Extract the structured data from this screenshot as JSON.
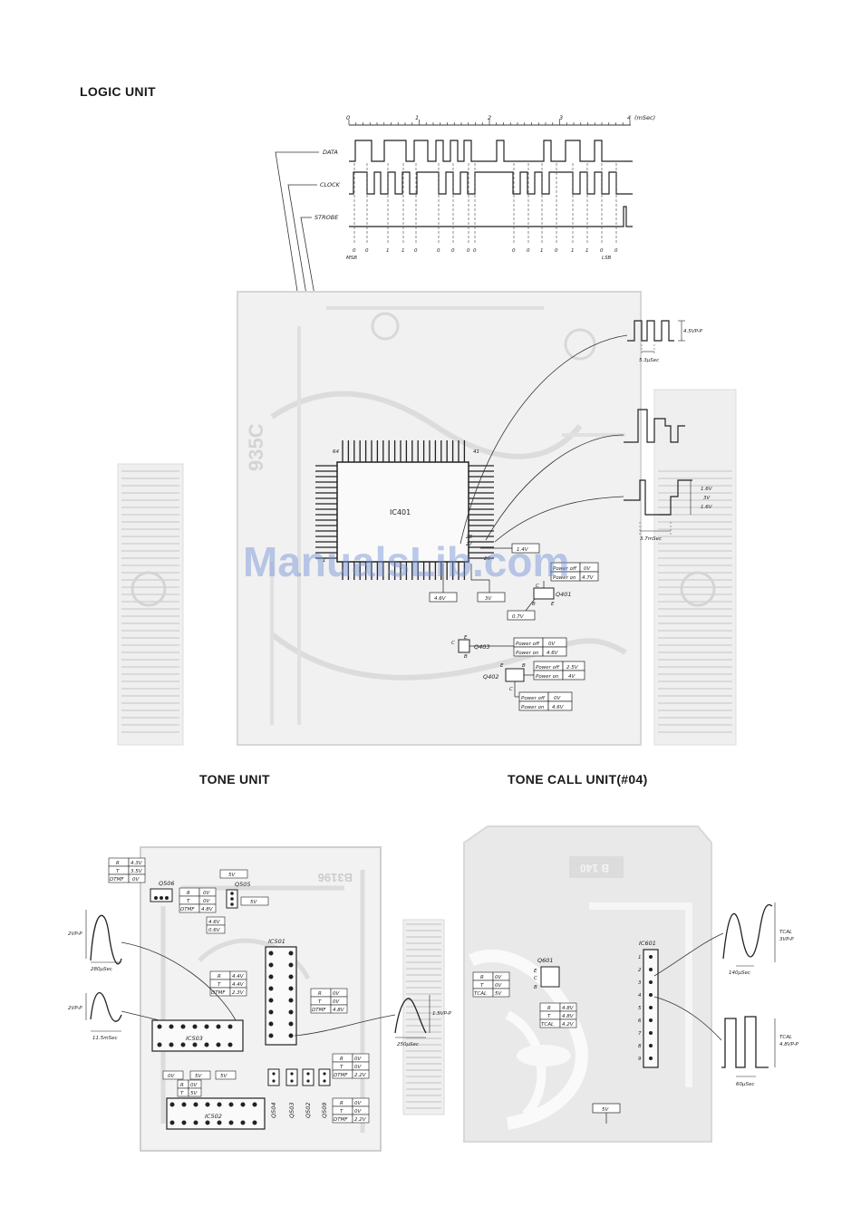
{
  "headings": {
    "logic": "LOGIC UNIT",
    "tone": "TONE UNIT",
    "tone_call": "TONE CALL UNIT(#04)"
  },
  "watermark": "ManualsLib.com",
  "timing": {
    "axis_numbers": [
      "0",
      "1",
      "2",
      "3",
      "4"
    ],
    "axis_unit": "(mSec)",
    "signals": [
      "DATA",
      "CLOCK",
      "STROBE"
    ],
    "bits": [
      "0",
      "0",
      "1",
      "1",
      "0",
      "0",
      "0",
      "0",
      "0",
      "0",
      "0",
      "1",
      "0",
      "1",
      "1",
      "0",
      "0"
    ],
    "msb": "MSB",
    "lsb": "LSB"
  },
  "logic": {
    "ic": "IC401",
    "pins": {
      "p64": "64",
      "p41": "41",
      "p28": "28",
      "p27": "27",
      "p25": "25",
      "p1": "1"
    },
    "board_code": "935C",
    "volts": {
      "v14": "1.4V",
      "v46": "4.6V",
      "v3": "3V",
      "v07": "0.7V"
    },
    "q401": {
      "name": "Q401",
      "rows": [
        {
          "k": "Power off",
          "v": "0V"
        },
        {
          "k": "Power on",
          "v": "4.7V"
        }
      ]
    },
    "q403": {
      "name": "Q403",
      "rows": [
        {
          "k": "Power off",
          "v": "0V"
        },
        {
          "k": "Power on",
          "v": "4.6V"
        }
      ]
    },
    "q402": {
      "name": "Q402",
      "rows_b": [
        {
          "k": "Power off",
          "v": "2.5V"
        },
        {
          "k": "Power on",
          "v": "4V"
        }
      ],
      "rows_c": [
        {
          "k": "Power off",
          "v": "0V"
        },
        {
          "k": "Power on",
          "v": "4.6V"
        }
      ]
    },
    "wave1": {
      "amp": "4.5VP-P",
      "time": "5.3μSec"
    },
    "wave2": {
      "v1": "1.6V",
      "v2": "3V",
      "v3": "1.6V",
      "time": "3.7mSec"
    }
  },
  "tone": {
    "code": "B3196",
    "q506": {
      "name": "Q506",
      "rows": [
        {
          "k": "R",
          "v": "4.3V"
        },
        {
          "k": "T",
          "v": "3.5V"
        },
        {
          "k": "DTMF",
          "v": "0V"
        }
      ]
    },
    "q505": {
      "name": "Q505",
      "top": "5V",
      "rows": [
        {
          "k": "R",
          "v": "0V"
        },
        {
          "k": "T",
          "v": "0V"
        },
        {
          "k": "DTMF",
          "v": "4.8V"
        }
      ],
      "side_r": "4.6V",
      "side_t": "0.6V",
      "side_5v": "5V"
    },
    "ic501": "IC501",
    "ic503": "IC503",
    "ic502": "IC502",
    "tbl_mid": [
      {
        "k": "R",
        "v": "4.4V"
      },
      {
        "k": "T",
        "v": "4.4V"
      },
      {
        "k": "DTMF",
        "v": "2.3V"
      }
    ],
    "tbl_r501": [
      {
        "k": "R",
        "v": "0V"
      },
      {
        "k": "T",
        "v": "0V"
      },
      {
        "k": "DTMF",
        "v": "4.8V"
      }
    ],
    "tbl_q503": [
      {
        "k": "R",
        "v": "0V"
      },
      {
        "k": "T",
        "v": "0V"
      },
      {
        "k": "DTMF",
        "v": "2.2V"
      }
    ],
    "tbl_q509": [
      {
        "k": "R",
        "v": "0V"
      },
      {
        "k": "T",
        "v": "0V"
      },
      {
        "k": "DTMF",
        "v": "2.2V"
      }
    ],
    "tbl_ic502": [
      {
        "k": "R",
        "v": "0V"
      },
      {
        "k": "T",
        "v": "5V"
      }
    ],
    "ic502_top": [
      "0V",
      "5V",
      "5V"
    ],
    "transistors": [
      "Q504",
      "Q503",
      "Q502",
      "Q509"
    ],
    "wave1": {
      "amp": "2VP-P",
      "time": "280μSec"
    },
    "wave2": {
      "amp": "2VP-P",
      "time": "11.5mSec"
    },
    "wave3": {
      "amp": "1.5VP-P",
      "time": "250μSec"
    }
  },
  "tone_call": {
    "code": "B 140",
    "q601": "Q601",
    "ic601": "IC601",
    "tbl_left": [
      {
        "k": "R",
        "v": "0V"
      },
      {
        "k": "T",
        "v": "0V"
      },
      {
        "k": "TCAL",
        "v": "5V"
      }
    ],
    "tbl_right": [
      {
        "k": "R",
        "v": "4.8V"
      },
      {
        "k": "T",
        "v": "4.8V"
      },
      {
        "k": "TCAL",
        "v": "4.2V"
      }
    ],
    "v5": "5V",
    "wave1": {
      "label": "TCAL",
      "amp": "3VP-P",
      "time": "140μSec"
    },
    "wave2": {
      "label": "TCAL",
      "amp": "4.8VP-P",
      "time": "60μSec"
    }
  }
}
